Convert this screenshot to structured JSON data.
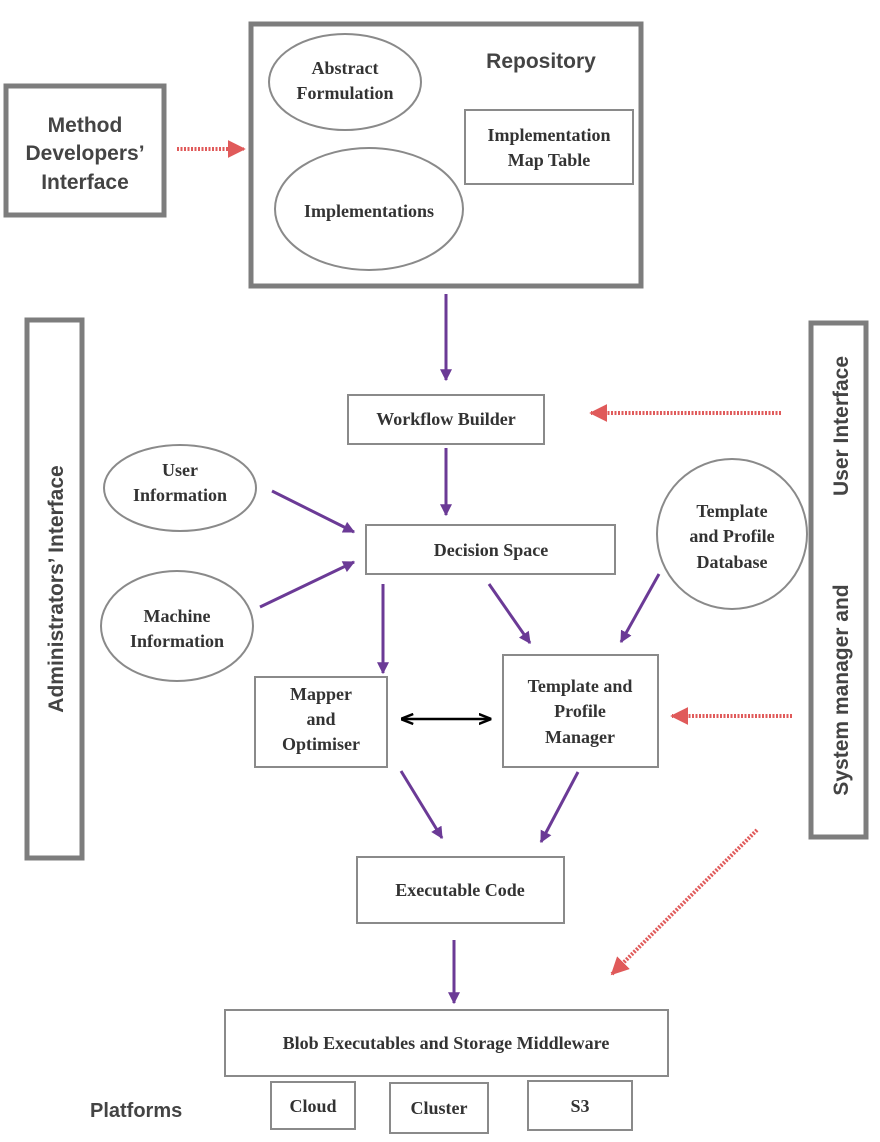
{
  "repository": {
    "title": "Repository",
    "abstract_formulation": [
      "Abstract",
      "Formulation"
    ],
    "implementations": "Implementations",
    "implementation_map_table": [
      "Implementation",
      "Map Table"
    ]
  },
  "interfaces": {
    "method_developers": [
      "Method",
      "Developers’",
      "Interface"
    ],
    "administrators": "Administrators’ Interface",
    "user_interface": "User Interface",
    "system_manager": "System manager and"
  },
  "nodes": {
    "workflow_builder": "Workflow Builder",
    "user_information": [
      "User",
      "Information"
    ],
    "machine_information": [
      "Machine",
      "Information"
    ],
    "decision_space": "Decision Space",
    "template_profile_database": [
      "Template",
      "and Profile",
      "Database"
    ],
    "mapper_optimiser": [
      "Mapper",
      "and",
      "Optimiser"
    ],
    "template_profile_manager": [
      "Template and",
      "Profile",
      "Manager"
    ],
    "executable_code": "Executable Code",
    "blob_middleware": "Blob Executables and Storage Middleware"
  },
  "platforms": {
    "label": "Platforms",
    "items": [
      "Cloud",
      "Cluster",
      "S3"
    ]
  },
  "colors": {
    "flow_arrow": "#6b3a96",
    "interface_arrow": "#e05a5a",
    "box_stroke": "#8a8a8a",
    "text": "#333333"
  }
}
